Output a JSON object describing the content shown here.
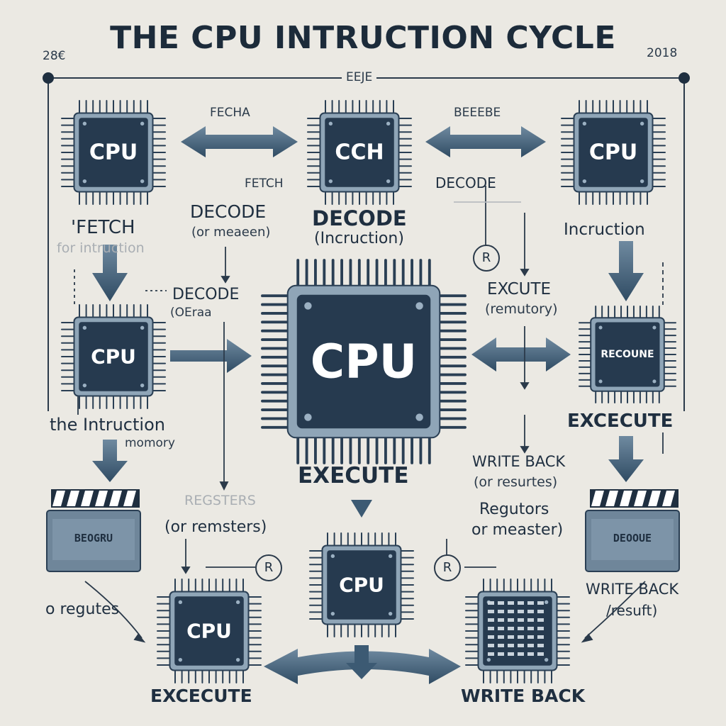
{
  "title": "THE CPU INTRUCTION CYCLE",
  "corner_left": "28€",
  "corner_right": "2018",
  "top_bar_label": "EEJE",
  "chips": {
    "top_left": "CPU",
    "top_center": "CCH",
    "top_right": "CPU",
    "mid_left": "CPU",
    "center": "CPU",
    "mid_right_line1": "RECOUNE",
    "bottom_center": "CPU",
    "bottom_left": "CPU"
  },
  "labels": {
    "fecha_top": "FECHA",
    "beeebe": "BEEEBE",
    "fetch_small": "FETCH",
    "decode_upper_left": "DECODE",
    "or_meaeen": "(or meaeen)",
    "decode_center_big": "DECODE",
    "incruction_paren": "(Incruction)",
    "decode_right_small": "DECODE",
    "fetch_left": "'FETCH",
    "for_intruction": "for intruction",
    "incruction_right": "Incruction",
    "decode_mid": "DECODE",
    "oeraa": "(OEraa",
    "excute": "EXCUTE",
    "remutory": "(remutory)",
    "the_intruction": "the Intruction",
    "memory": "momory",
    "execute_center": "EXECUTE",
    "excecute_right": "EXCECUTE",
    "write_back_mid": "WRITE BACK",
    "or_resurtes": "(or resurtes)",
    "regutors": "Regutors",
    "or_measter": "or measter)",
    "or_remsters": "(or remsters)",
    "regsters_faint": "REGSTERS",
    "to_regutes": "o regutes",
    "write_back_right": "WRITE BACK",
    "result": "/resuft)",
    "execute_bottom": "EXCECUTE",
    "write_back_bottom": "WRITE BACK",
    "circle_r1": "R",
    "circle_r2": "R",
    "circle_r3": "R"
  },
  "clapper_left": "BEOGRU",
  "clapper_right": "DEOOUE",
  "colors": {
    "background": "#ebe9e3",
    "chip_body": "#2a3f54",
    "chip_frame": "#8da3b5",
    "arrow": "#3c5a73",
    "ink": "#1f2f40"
  }
}
